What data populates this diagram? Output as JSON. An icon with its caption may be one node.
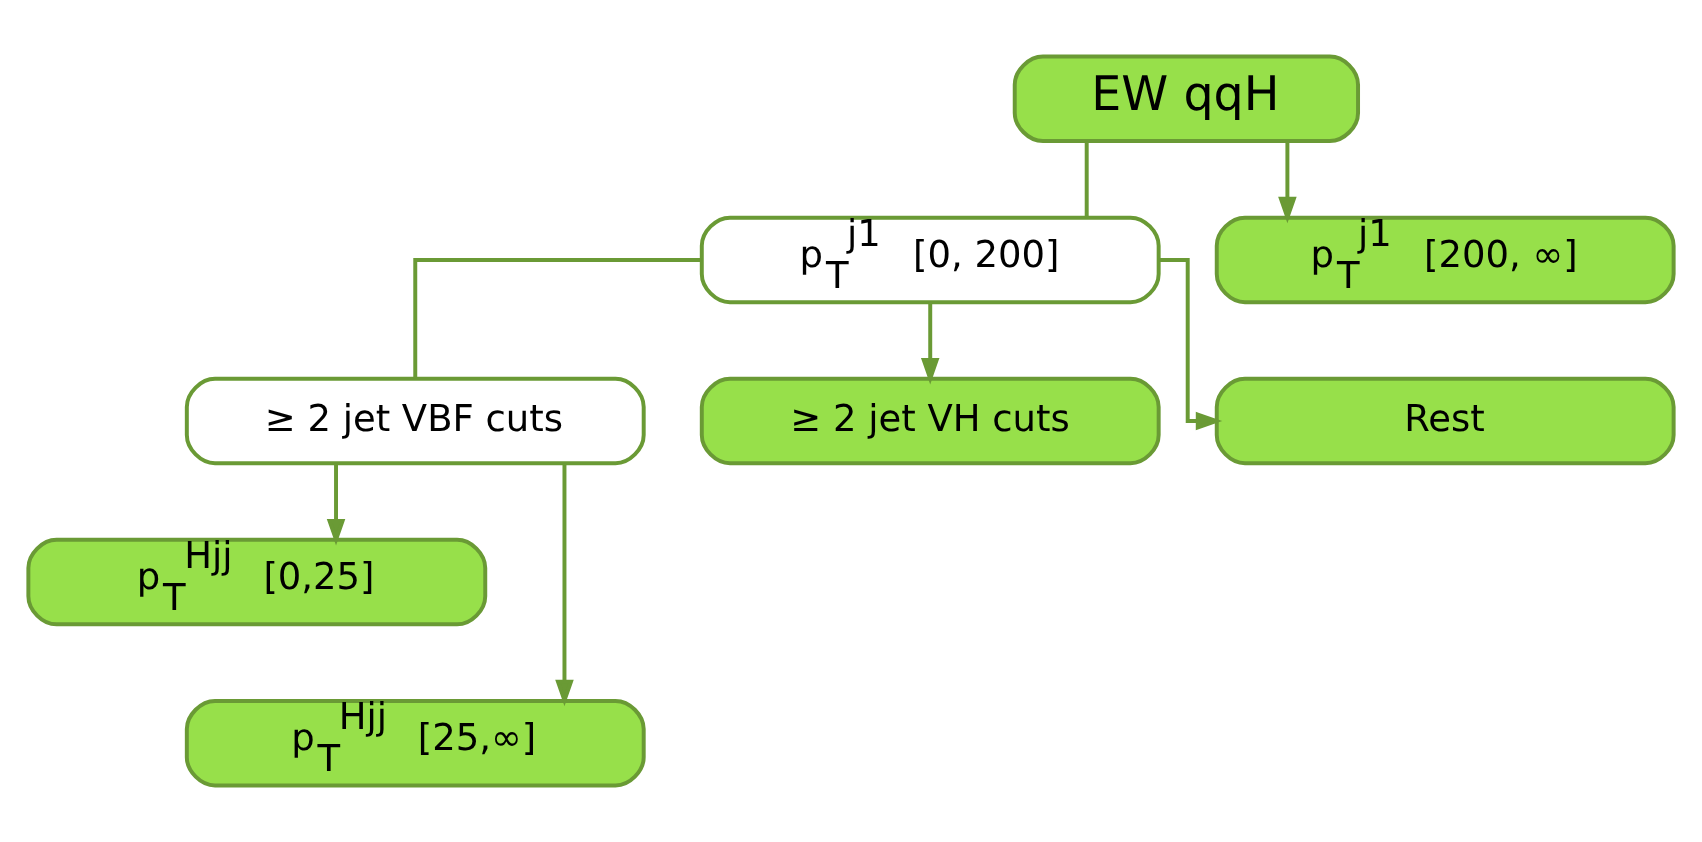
{
  "diagram": {
    "nodes": [
      {
        "text": [
          "EW qqH"
        ]
      },
      {
        "text": [
          "p$_{T}$$^{j1}$ [0, 200]"
        ]
      },
      {
        "text": [
          "p$_{T}$$^{j1}$ [200, ∞]"
        ]
      },
      {
        "text": [
          "≥ 2 jet VBF cuts"
        ]
      },
      {
        "text": [
          "≥ 2 jet VH cuts"
        ]
      },
      {
        "text": [
          "Rest"
        ]
      },
      {
        "text": [
          "p$_{T}$$^{Hjj}$ [0,25]"
        ]
      },
      {
        "text": [
          "p$_{T}$$^{Hjj}$ [25,∞]"
        ]
      }
    ],
    "edges": [
      {
        "from": 0,
        "to": 1,
        "arrow": "none"
      },
      {
        "from": 0,
        "to": 2,
        "arrow": "to"
      },
      {
        "from": 1,
        "to": 3,
        "arrow": "none"
      },
      {
        "from": 1,
        "to": 4,
        "arrow": "to"
      },
      {
        "from": 1,
        "to": 5,
        "arrow": "to"
      },
      {
        "from": 3,
        "to": 6,
        "arrow": "to"
      },
      {
        "from": 3,
        "to": 7,
        "arrow": "to"
      }
    ]
  }
}
